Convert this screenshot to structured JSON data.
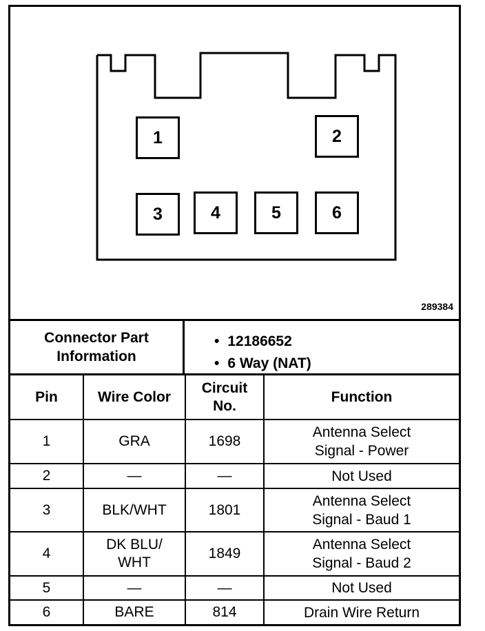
{
  "figure_id": "289384",
  "connector": {
    "pins": [
      "1",
      "2",
      "3",
      "4",
      "5",
      "6"
    ]
  },
  "part_info": {
    "label_line1": "Connector Part",
    "label_line2": "Information",
    "items": [
      "12186652",
      "6 Way (NAT)"
    ]
  },
  "table": {
    "headers": {
      "pin": "Pin",
      "wire_color": "Wire Color",
      "circuit_line1": "Circuit",
      "circuit_line2": "No.",
      "function": "Function"
    },
    "rows": [
      {
        "pin": "1",
        "wire1": "GRA",
        "wire2": "",
        "circuit": "1698",
        "func1": "Antenna Select",
        "func2": "Signal - Power"
      },
      {
        "pin": "2",
        "wire1": "—",
        "wire2": "",
        "circuit": "—",
        "func1": "Not Used",
        "func2": ""
      },
      {
        "pin": "3",
        "wire1": "BLK/WHT",
        "wire2": "",
        "circuit": "1801",
        "func1": "Antenna Select",
        "func2": "Signal - Baud 1"
      },
      {
        "pin": "4",
        "wire1": "DK BLU/",
        "wire2": "WHT",
        "circuit": "1849",
        "func1": "Antenna Select",
        "func2": "Signal - Baud 2"
      },
      {
        "pin": "5",
        "wire1": "—",
        "wire2": "",
        "circuit": "—",
        "func1": "Not Used",
        "func2": ""
      },
      {
        "pin": "6",
        "wire1": "BARE",
        "wire2": "",
        "circuit": "814",
        "func1": "Drain Wire Return",
        "func2": ""
      }
    ]
  }
}
